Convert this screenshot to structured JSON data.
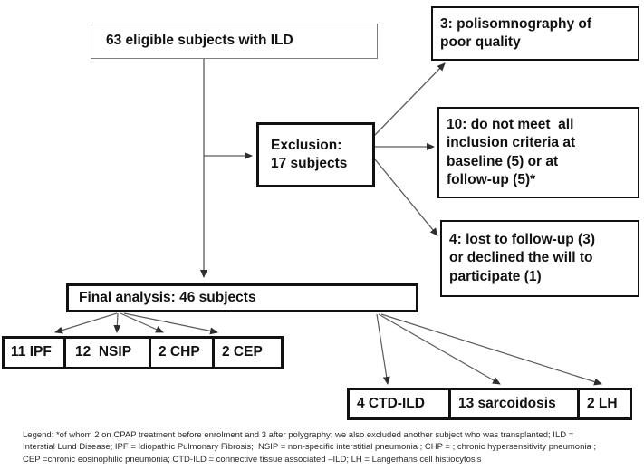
{
  "diagram": {
    "boxes": {
      "eligible": "63 eligible subjects with ILD",
      "psg_quality": "3: polisomnography of\npoor quality",
      "exclusion": "Exclusion:\n17 subjects",
      "criteria": "10: do not meet  all\ninclusion criteria at\nbaseline (5) or at\nfollow-up (5)*",
      "lost": "4: lost to follow-up (3)\nor declined the will to\nparticipate (1)",
      "final": "Final analysis: 46 subjects",
      "ipf": "11 IPF",
      "nsip": "12  NSIP",
      "chp": "2 CHP",
      "cep": "2 CEP",
      "ctd_ild": "4 CTD-ILD",
      "sarcoidosis": "13 sarcoidosis",
      "lh": "2 LH"
    },
    "legend": "Legend: *of whom 2 on CPAP treatment before enrolment and 3 after polygraphy; we also excluded another subject who was transplanted; ILD =\nInterstial Lund Disease; IPF = Idiopathic Pulmonary Fibrosis;  NSIP = non-specific interstitial pneumonia ; CHP = ; chronic hypersensitivity pneumonia ;\nCEP =chronic eosinophilic pneumonia; CTD-ILD = connective tissue associated –ILD; LH = Langerhans cell histiocytosis",
    "colors": {
      "box_border": "#111111",
      "thin_border": "#7e7e7e",
      "arrow_line": "#5a5a5a",
      "background": "#ffffff"
    }
  }
}
